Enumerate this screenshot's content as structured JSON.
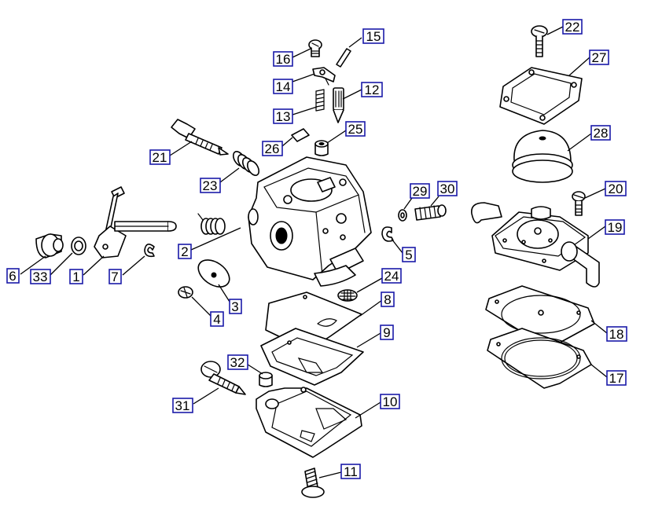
{
  "colors": {
    "line": "#000000",
    "label_border": "#1a1aa8",
    "background": "#ffffff"
  },
  "callouts": [
    "1",
    "2",
    "3",
    "4",
    "5",
    "6",
    "7",
    "8",
    "9",
    "10",
    "11",
    "12",
    "13",
    "14",
    "15",
    "16",
    "17",
    "18",
    "19",
    "20",
    "21",
    "22",
    "23",
    "24",
    "25",
    "26",
    "27",
    "28",
    "29",
    "30",
    "31",
    "32",
    "33"
  ]
}
